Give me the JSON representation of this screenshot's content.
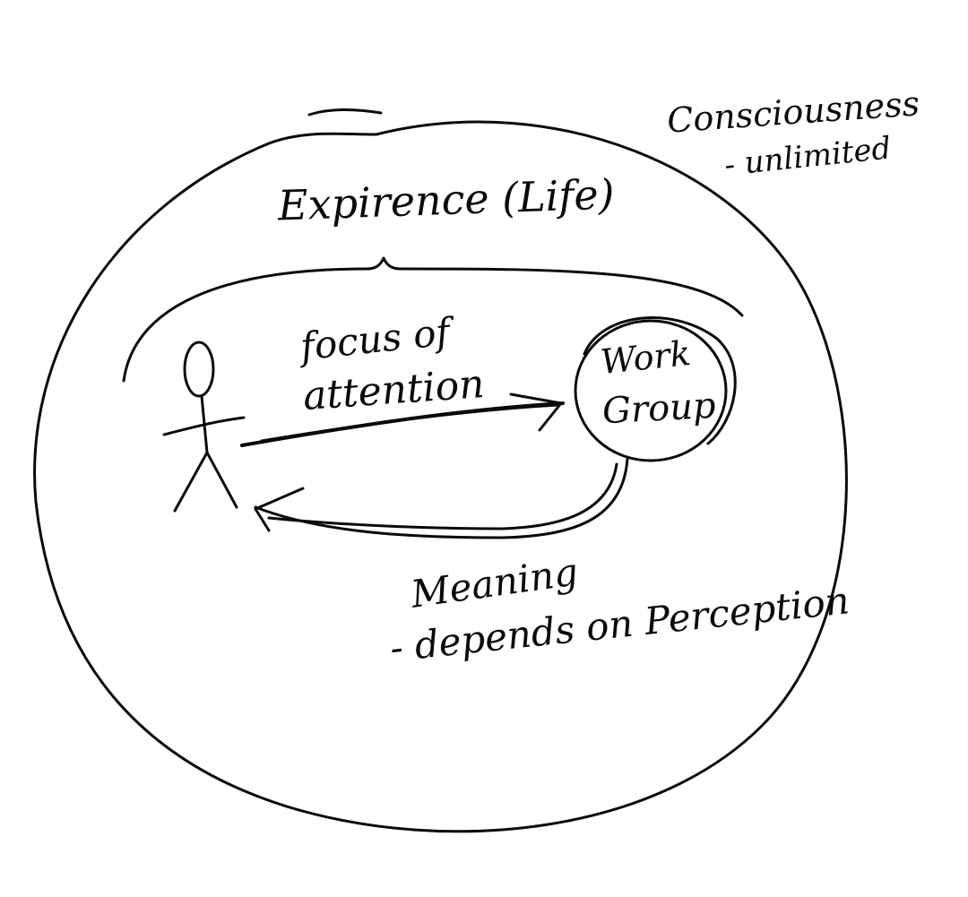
{
  "labels": {
    "consciousness": "Consciousness",
    "unlimited": "- unlimited",
    "experience": "Expirence (Life)",
    "focus_line1": "focus of",
    "focus_line2": "attention",
    "target_line1": "Work",
    "target_line2": "Group",
    "meaning_line1": "Meaning",
    "meaning_line2": "- depends on Perception"
  },
  "icons": {
    "person": "stick-figure",
    "focus_arrow": "arrow-right",
    "meaning_arrow": "arrow-left"
  }
}
